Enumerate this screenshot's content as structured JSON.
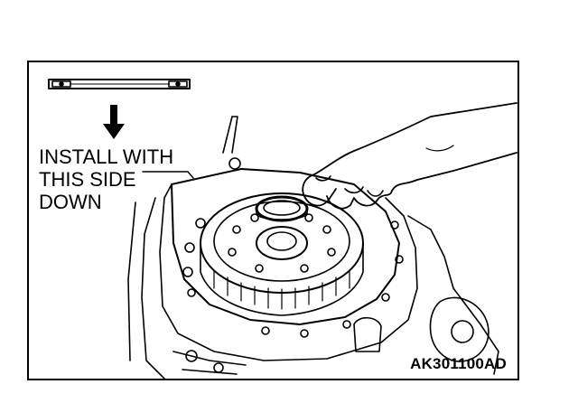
{
  "instruction": {
    "line1": "INSTALL WITH",
    "line2": "THIS SIDE",
    "line3": "DOWN"
  },
  "figure_code": "AK301100AD",
  "colors": {
    "ink": "#000000",
    "paper": "#ffffff"
  }
}
